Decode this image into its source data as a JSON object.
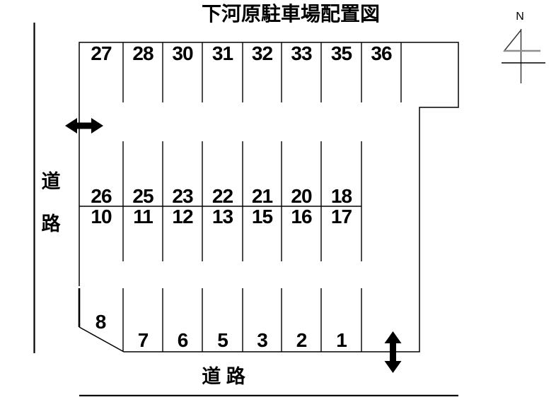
{
  "title": "下河原駐車場配置図",
  "compass": {
    "label": "N"
  },
  "roads": {
    "left_label_chars": [
      "道",
      "路"
    ],
    "bottom_label": "道 路"
  },
  "stalls": {
    "top_row": [
      "27",
      "28",
      "30",
      "31",
      "32",
      "33",
      "35",
      "36"
    ],
    "middle_upper_row": [
      "26",
      "25",
      "23",
      "22",
      "21",
      "20",
      "18"
    ],
    "middle_lower_row": [
      "10",
      "11",
      "12",
      "13",
      "15",
      "16",
      "17"
    ],
    "bottom_row": [
      "7",
      "6",
      "5",
      "3",
      "2",
      "1"
    ],
    "corner_stall": "8"
  },
  "colors": {
    "line": "#000000",
    "arrow": "#000000",
    "compass_dark": "#303030",
    "compass_gray": "#8f8f8f",
    "background": "#ffffff",
    "text": "#000000"
  }
}
